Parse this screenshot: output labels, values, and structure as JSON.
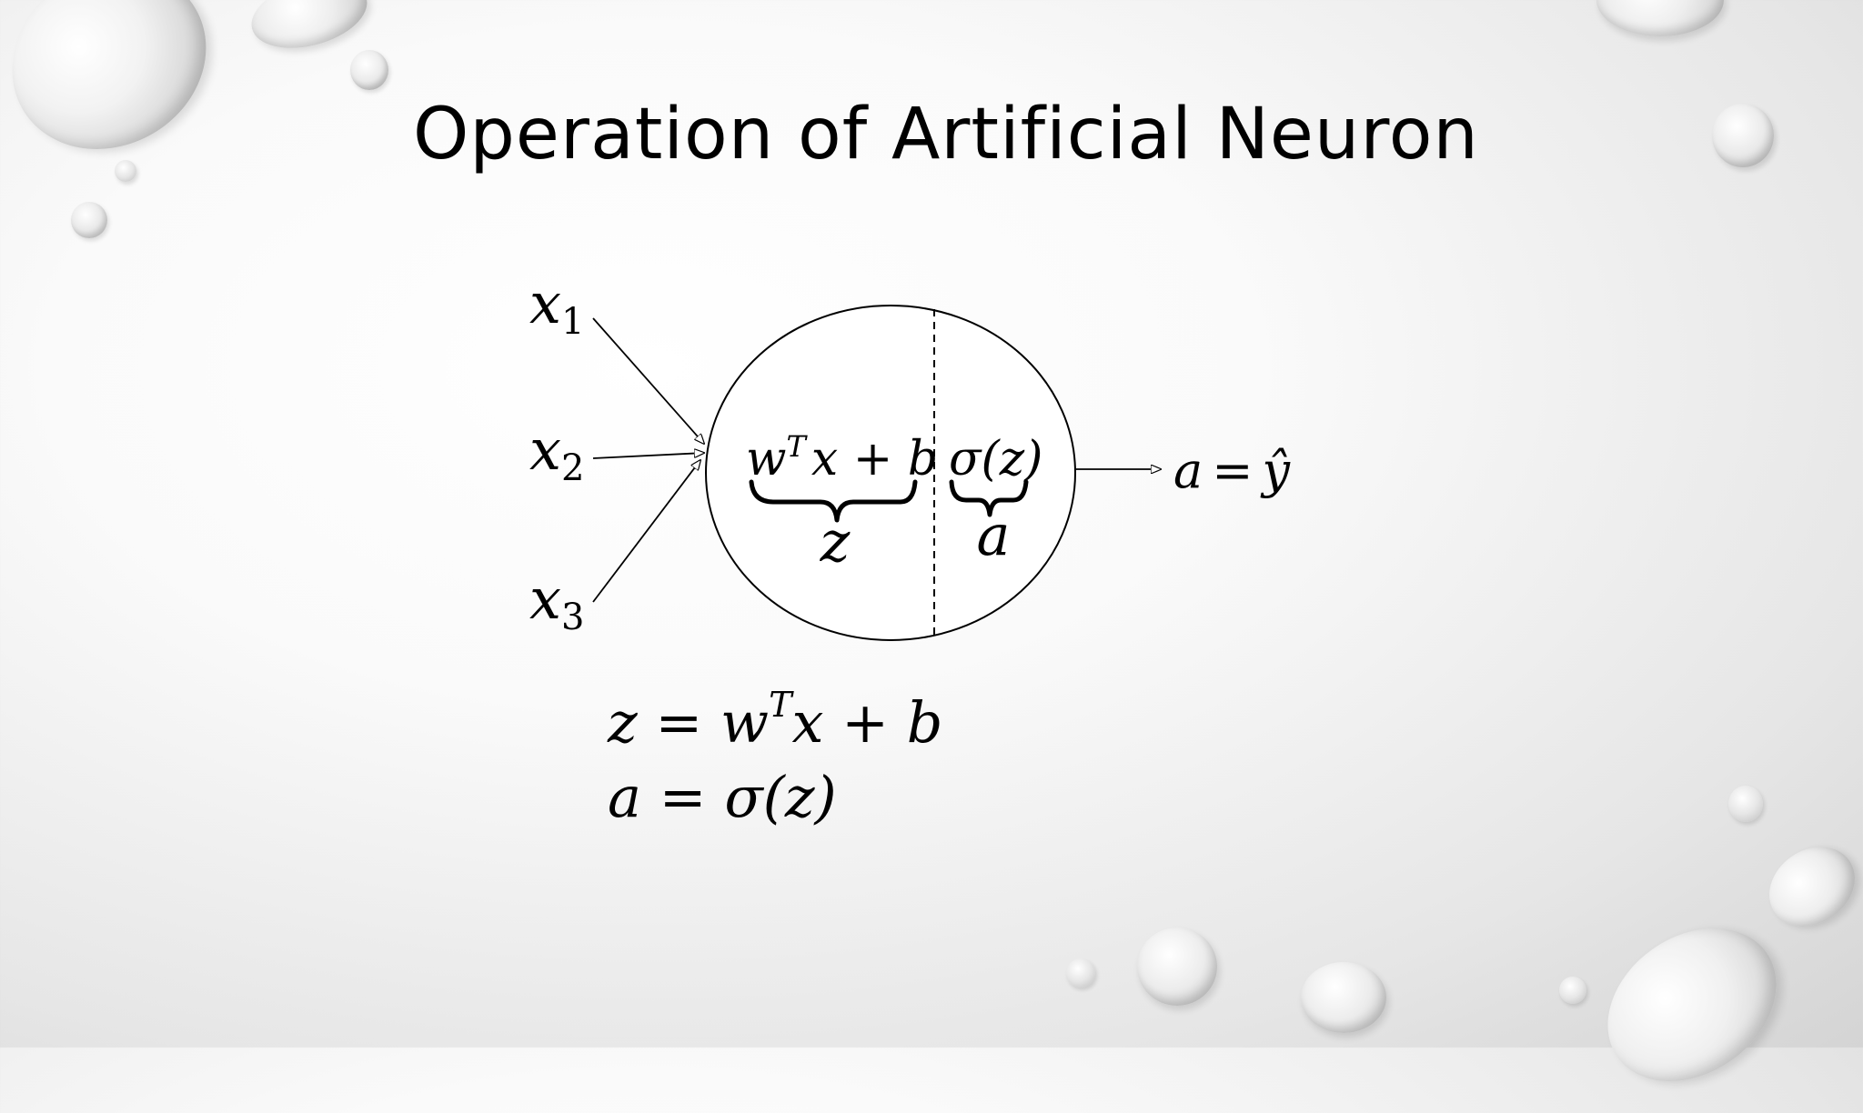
{
  "slide": {
    "title": "Operation of Artificial Neuron"
  },
  "diagram": {
    "inputs": [
      {
        "var": "x",
        "sub": "1"
      },
      {
        "var": "x",
        "sub": "2"
      },
      {
        "var": "x",
        "sub": "3"
      }
    ],
    "neuron": {
      "linear_w": "w",
      "linear_T": "T",
      "linear_rest": "x + b",
      "linear_brace_label": "z",
      "activation_expr": "σ(z)",
      "activation_brace_label": "a"
    },
    "output": {
      "lhs": "a",
      "equals": "=",
      "rhs": "ŷ"
    }
  },
  "equations": {
    "eq1_prefix": "z = w",
    "eq1_sup": "T",
    "eq1_suffix": "x + b",
    "eq2": "a = σ(z)"
  }
}
